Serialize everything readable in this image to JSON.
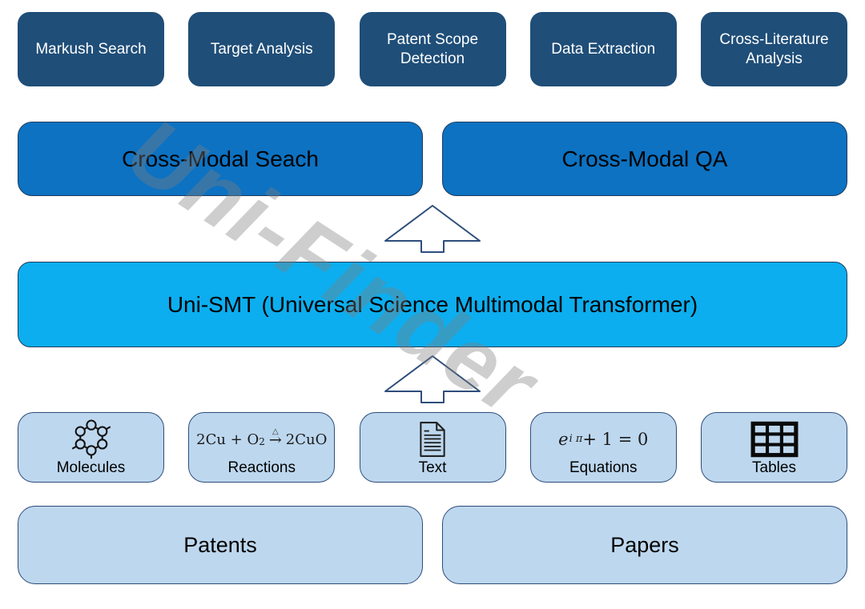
{
  "colors": {
    "dark_navy": "#1f4e78",
    "medium_blue": "#0d72c2",
    "cyan": "#0caeef",
    "light_blue": "#bdd7ee",
    "border_navy": "#1c3c5e",
    "arrow_stroke": "#2e4d7b",
    "watermark_gray": "rgba(125,125,125,0.38)"
  },
  "tasks": {
    "items": [
      {
        "label": "Markush Search"
      },
      {
        "label": "Target Analysis"
      },
      {
        "label": "Patent Scope Detection"
      },
      {
        "label": "Data Extraction"
      },
      {
        "label": "Cross-Literature Analysis"
      }
    ]
  },
  "apps": {
    "items": [
      {
        "label": "Cross-Modal Seach"
      },
      {
        "label": "Cross-Modal QA"
      }
    ]
  },
  "model": {
    "label": "Uni-SMT (Universal Science Multimodal Transformer)"
  },
  "modalities": {
    "items": [
      {
        "label": "Molecules",
        "icon": "molecule-icon"
      },
      {
        "label": "Reactions",
        "icon": "reaction-formula",
        "formula": {
          "prefix": "2Cu + O",
          "subscript": "2",
          "delta": "△",
          "arrow": "→",
          "suffix": "2CuO"
        }
      },
      {
        "label": "Text",
        "icon": "document-icon"
      },
      {
        "label": "Equations",
        "icon": "equation-formula",
        "formula": {
          "base": "e",
          "superscript": "i π",
          "suffix": " + 1 = 0"
        }
      },
      {
        "label": "Tables",
        "icon": "table-icon"
      }
    ]
  },
  "sources": {
    "items": [
      {
        "label": "Patents"
      },
      {
        "label": "Papers"
      }
    ]
  },
  "watermark": {
    "text": "Uni-Finder"
  }
}
